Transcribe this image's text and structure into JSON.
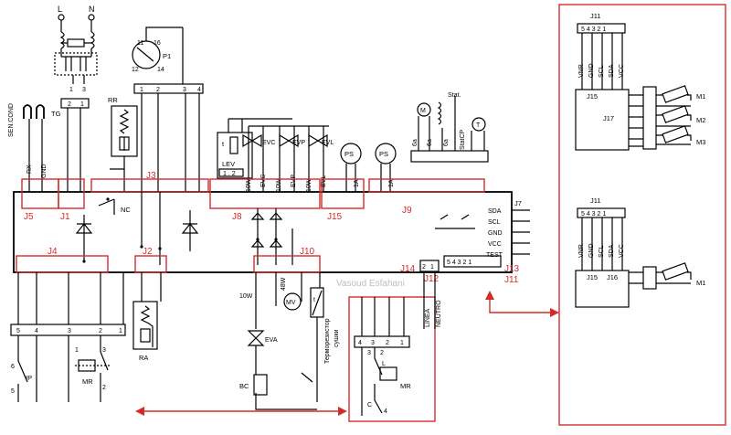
{
  "colors": {
    "wire": "#000000",
    "connector": "#d42a2a",
    "background": "#ffffff"
  },
  "power": {
    "L": "L",
    "N": "N"
  },
  "left_labels": {
    "sen_cond": "SEN.COND",
    "tg": "TG",
    "rx": "RX",
    "gnd": "GND",
    "rr": "RR",
    "p1": "P1",
    "ra": "RA",
    "ip": "IP",
    "mr": "MR",
    "bc": "BC",
    "eva": "EVA",
    "mv": "MV",
    "mv_power": "48W",
    "tenw": "10W"
  },
  "valves": {
    "lev": "LEV",
    "lev_pins": "1 . 2",
    "evc": "EVC",
    "evp": "EVP",
    "evl": "EVL",
    "w10": "10W",
    "ps": "PS",
    "lamp_1a": "1A",
    "stat": "Stat.",
    "statcp": "StatCP",
    "t": "T",
    "six_a": "6a",
    "l": "L",
    "c": "C"
  },
  "connectors": [
    "J1",
    "J2",
    "J3",
    "J4",
    "J5",
    "J8",
    "J9",
    "J10",
    "J11",
    "J12",
    "J13",
    "J14",
    "J15",
    "J7"
  ],
  "board_signals": [
    "SDA",
    "SCL",
    "GND",
    "VCC",
    "TEST"
  ],
  "board_labels": {
    "nc": "NC",
    "linea": "LINEA",
    "neutro": "NEUTRO",
    "thermo_1": "Терморезистор",
    "thermo_2": "сушки",
    "watermark": "Vasoud Esfahani"
  },
  "right_panels": {
    "j11": "J11",
    "j15": "J15",
    "j16": "J16",
    "j17": "J17",
    "pins": [
      "5",
      "4",
      "3",
      "2",
      "1"
    ],
    "sig": [
      "VNR",
      "GND",
      "SCL",
      "SDA",
      "VCC"
    ],
    "motors": [
      "M1",
      "M2",
      "M3"
    ],
    "motor_single": "M1"
  }
}
